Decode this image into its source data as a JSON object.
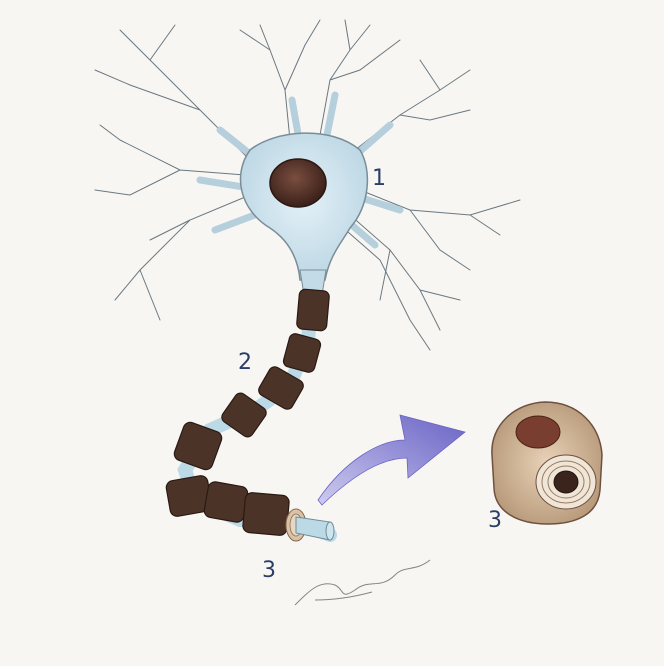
{
  "labels": {
    "cell_body": "1",
    "myelin_sheath": "2",
    "schwann_cell_axon": "3",
    "cross_section": "3"
  },
  "colors": {
    "cell_body": "#cde3ee",
    "nucleus": "#4a2c22",
    "myelin": "#4b3328",
    "axon": "#bcd9e6",
    "arrow": "#6a64c4",
    "label_text": "#2c3e66"
  }
}
